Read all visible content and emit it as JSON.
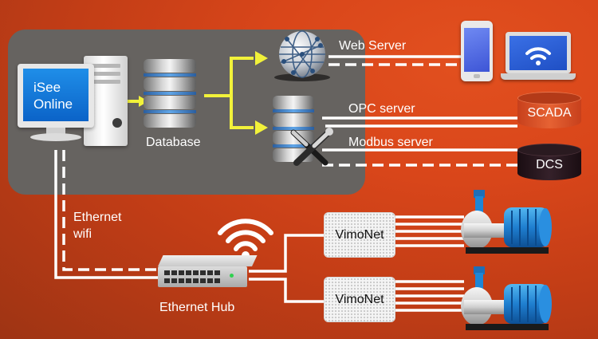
{
  "computer": {
    "screen_text_line1": "iSee",
    "screen_text_line2": "Online"
  },
  "database": {
    "label": "Database"
  },
  "services": {
    "web_server": "Web Server",
    "opc_server": "OPC server",
    "modbus_server": "Modbus server"
  },
  "systems": {
    "scada": "SCADA",
    "dcs": "DCS"
  },
  "connection": {
    "line1": "Ethernet",
    "line2": "wifi"
  },
  "hub": {
    "label": "Ethernet Hub"
  },
  "nodes": [
    {
      "label": "VimoNet"
    },
    {
      "label": "VimoNet"
    }
  ],
  "colors": {
    "background": "#cf4419",
    "panel": "#666360",
    "arrow": "#f2f23a",
    "line": "#ffffff",
    "scada": "#e0562a",
    "dcs": "#2a1a20"
  }
}
